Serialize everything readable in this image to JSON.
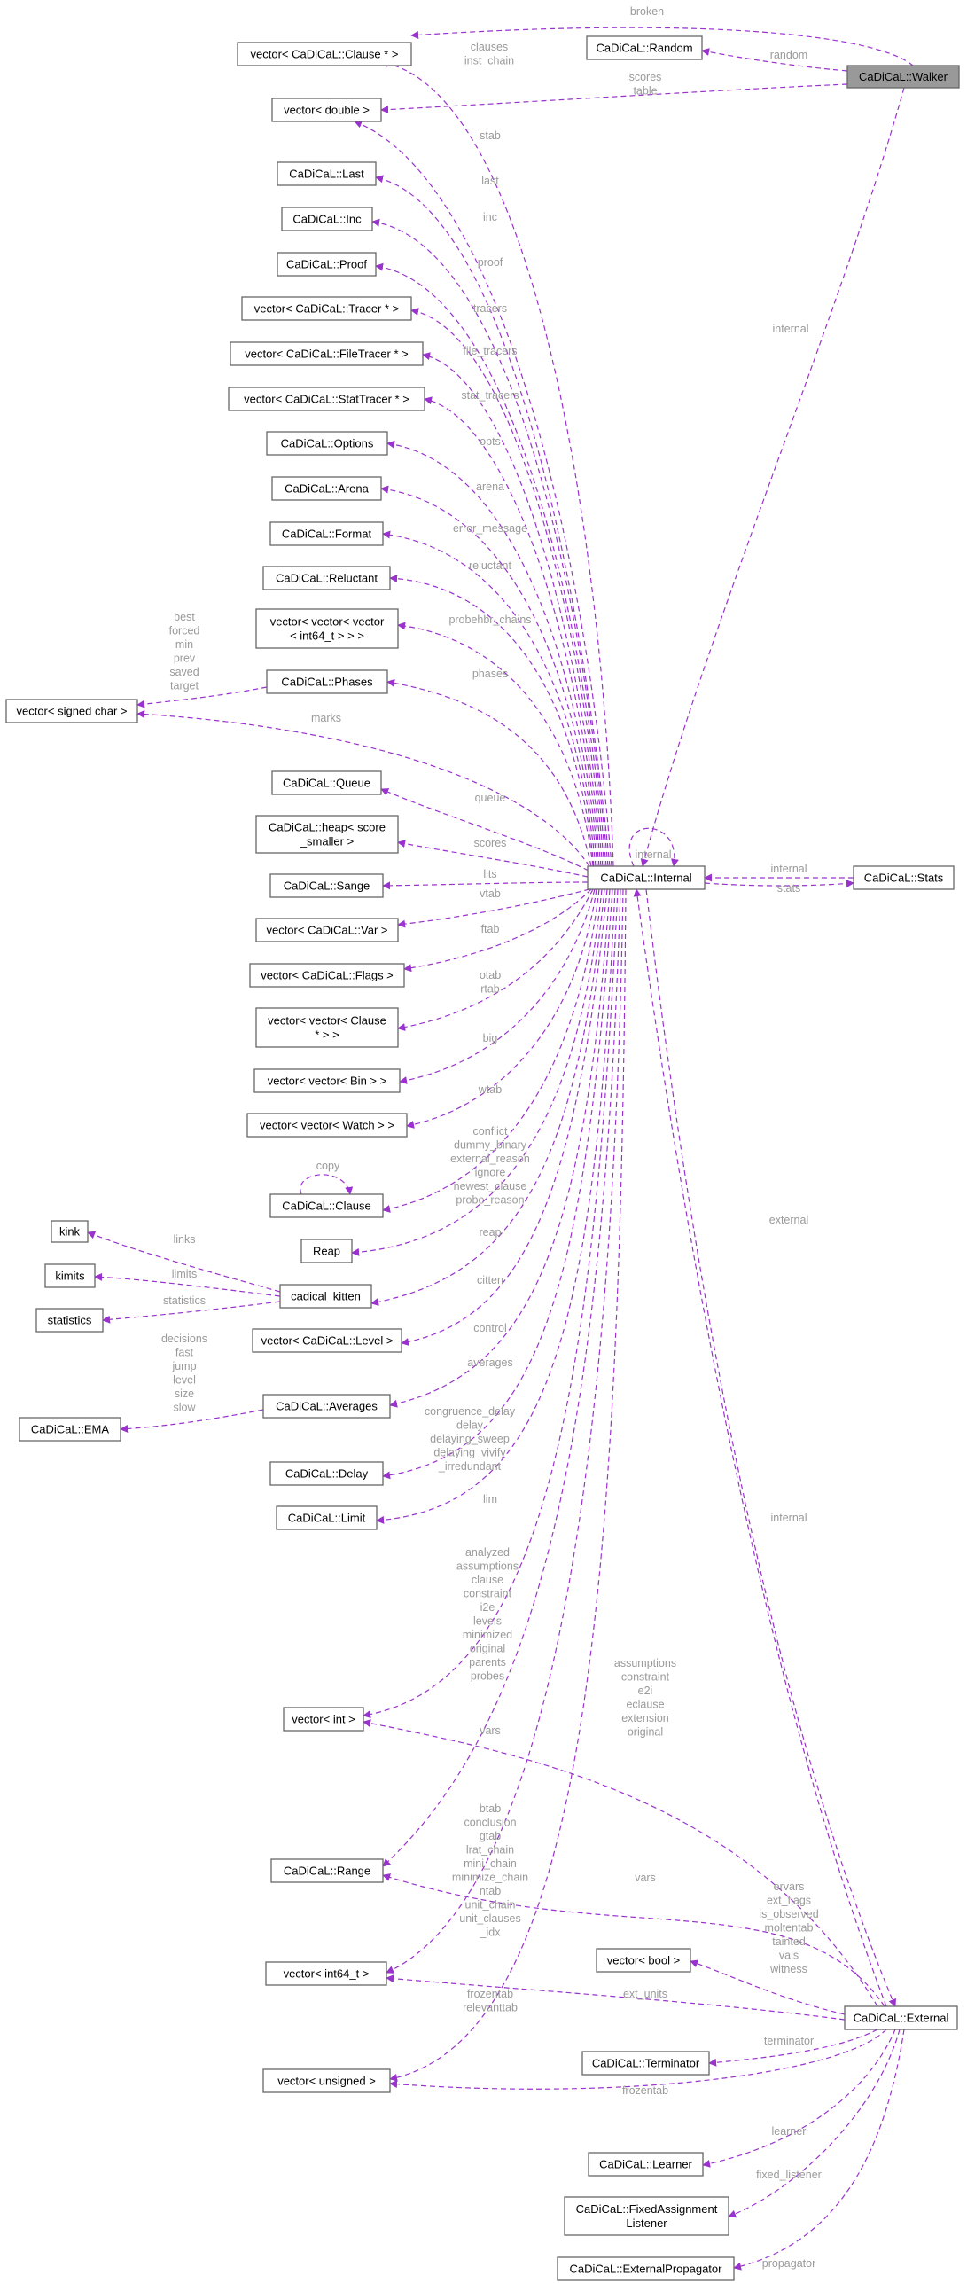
{
  "nodes": {
    "walker": "CaDiCaL::Walker",
    "clause_ptr_vec": "vector< CaDiCaL::Clause * >",
    "random": "CaDiCaL::Random",
    "double_vec": "vector< double >",
    "last": "CaDiCaL::Last",
    "inc": "CaDiCaL::Inc",
    "proof": "CaDiCaL::Proof",
    "tracer_vec": "vector< CaDiCaL::Tracer * >",
    "filetracer_vec": "vector< CaDiCaL::FileTracer * >",
    "stattracer_vec": "vector< CaDiCaL::StatTracer * >",
    "options": "CaDiCaL::Options",
    "arena": "CaDiCaL::Arena",
    "format": "CaDiCaL::Format",
    "reluctant": "CaDiCaL::Reluctant",
    "int64_vvv": [
      "vector< vector< vector",
      "< int64_t > > >"
    ],
    "phases": "CaDiCaL::Phases",
    "signed_char_vec": "vector< signed char >",
    "queue": "CaDiCaL::Queue",
    "heap": [
      "CaDiCaL::heap< score",
      "_smaller >"
    ],
    "sange": "CaDiCaL::Sange",
    "var_vec": "vector< CaDiCaL::Var >",
    "flags_vec": "vector< CaDiCaL::Flags >",
    "clause_vv": [
      "vector< vector< Clause",
      "* > >"
    ],
    "bin_vv": "vector< vector< Bin > >",
    "watch_vv": "vector< vector< Watch > >",
    "clause": "CaDiCaL::Clause",
    "reap": "Reap",
    "kink": "kink",
    "kimits": "kimits",
    "statistics": "statistics",
    "cadical_kitten": "cadical_kitten",
    "level_vec": "vector< CaDiCaL::Level >",
    "ema": "CaDiCaL::EMA",
    "averages": "CaDiCaL::Averages",
    "delay": "CaDiCaL::Delay",
    "limit": "CaDiCaL::Limit",
    "internal": "CaDiCaL::Internal",
    "stats": "CaDiCaL::Stats",
    "int_vec": "vector< int >",
    "range": "CaDiCaL::Range",
    "int64_vec": "vector< int64_t >",
    "bool_vec": "vector< bool >",
    "external": "CaDiCaL::External",
    "terminator": "CaDiCaL::Terminator",
    "unsigned_vec": "vector< unsigned >",
    "learner": "CaDiCaL::Learner",
    "fixed_listener": [
      "CaDiCaL::FixedAssignment",
      "Listener"
    ],
    "external_propagator": "CaDiCaL::ExternalPropagator"
  },
  "edge_labels": {
    "broken": [
      "broken"
    ],
    "random": [
      "random"
    ],
    "scores_table": [
      "scores",
      "table"
    ],
    "walker_internal": [
      "internal"
    ],
    "clauses_inst_chain": [
      "clauses",
      "inst_chain"
    ],
    "stab": [
      "stab"
    ],
    "last": [
      "last"
    ],
    "inc": [
      "inc"
    ],
    "proof": [
      "proof"
    ],
    "tracers": [
      "tracers"
    ],
    "file_tracers": [
      "file_tracers"
    ],
    "stat_tracers": [
      "stat_tracers"
    ],
    "opts": [
      "opts"
    ],
    "arena": [
      "arena"
    ],
    "error_message": [
      "error_message"
    ],
    "reluctant": [
      "reluctant"
    ],
    "probehbr_chains": [
      "probehbr_chains"
    ],
    "phases_fields": [
      "best",
      "forced",
      "min",
      "prev",
      "saved",
      "target"
    ],
    "phases": [
      "phases"
    ],
    "marks": [
      "marks"
    ],
    "queue": [
      "queue"
    ],
    "scores": [
      "scores"
    ],
    "lits": [
      "lits"
    ],
    "vtab": [
      "vtab"
    ],
    "ftab": [
      "ftab"
    ],
    "otab_rtab": [
      "otab",
      "rtab"
    ],
    "big": [
      "big"
    ],
    "wtab": [
      "wtab"
    ],
    "copy": [
      "copy"
    ],
    "clause_refs": [
      "conflict",
      "dummy_binary",
      "external_reason",
      "ignore",
      "newest_clause",
      "probe_reason"
    ],
    "reap": [
      "reap"
    ],
    "links": [
      "links"
    ],
    "limits": [
      "limits"
    ],
    "statistics": [
      "statistics"
    ],
    "citten": [
      "citten"
    ],
    "control": [
      "control"
    ],
    "ema_fields": [
      "decisions",
      "fast",
      "jump",
      "level",
      "size",
      "slow"
    ],
    "averages": [
      "averages"
    ],
    "delay_fields": [
      "congruence_delay",
      "delay",
      "delaying_sweep",
      "delaying_vivify",
      "_irredundant"
    ],
    "lim": [
      "lim"
    ],
    "self_internal": [
      "internal"
    ],
    "stats_internal": [
      "internal"
    ],
    "stats": [
      "stats"
    ],
    "external": [
      "external"
    ],
    "external_internal": [
      "internal"
    ],
    "int_fields": [
      "analyzed",
      "assumptions",
      "clause",
      "constraint",
      "i2e",
      "levels",
      "minimized",
      "original",
      "parents",
      "probes"
    ],
    "external_int": [
      "assumptions",
      "constraint",
      "e2i",
      "eclause",
      "extension",
      "original"
    ],
    "vars": [
      "vars"
    ],
    "range_fields": [
      "btab",
      "conclusion",
      "gtab",
      "lrat_chain",
      "mini_chain",
      "minimize_chain",
      "ntab",
      "unit_chain",
      "unit_clauses",
      "_idx"
    ],
    "range_vars": [
      "vars"
    ],
    "bool_fields": [
      "ervars",
      "ext_flags",
      "is_observed",
      "moltentab",
      "tainted",
      "vals",
      "witness"
    ],
    "ext_units": [
      "ext_units"
    ],
    "frozentab_relevanttab": [
      "frozentab",
      "relevanttab"
    ],
    "terminator": [
      "terminator"
    ],
    "frozentab": [
      "frozentab"
    ],
    "learner": [
      "learner"
    ],
    "fixed_listener": [
      "fixed_listener"
    ],
    "propagator": [
      "propagator"
    ]
  },
  "colors": {
    "edge": "#9a32cd",
    "label": "#9a9a9a",
    "node_border": "#666666",
    "focus_node_fill": "#999999"
  }
}
